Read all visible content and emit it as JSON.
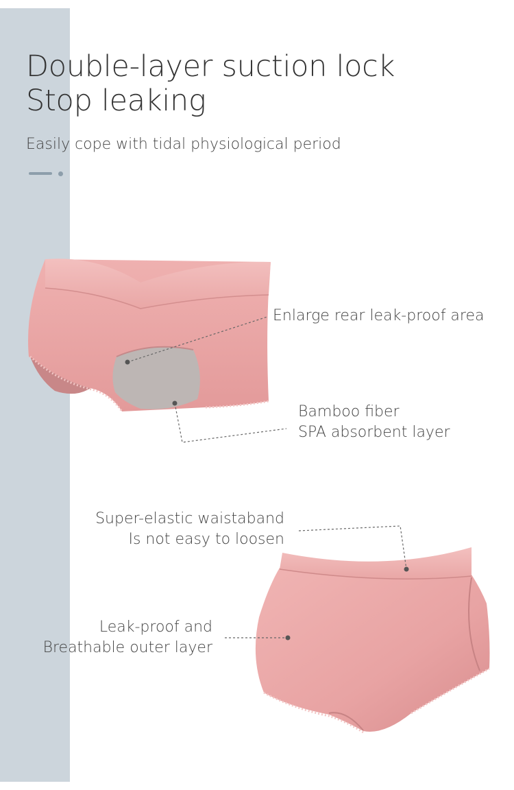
{
  "headline": {
    "line1": "Double-layer suction lock",
    "line2": "Stop leaking"
  },
  "subtitle": "Easily cope with tidal physiological period",
  "callouts": {
    "rear_area": "Enlarge rear leak-proof area",
    "absorbent": {
      "line1": "Bamboo fiber",
      "line2": "SPA absorbent layer"
    },
    "waistband": {
      "line1": "Super-elastic waistaband",
      "line2": "Is not easy to loosen"
    },
    "outer_layer": {
      "line1": "Leak-proof and",
      "line2": "Breathable outer layer"
    }
  },
  "colors": {
    "side_band": "#ccd5dc",
    "fabric_pink": "#e9a0a0",
    "lining_gray": "#bdb6b4",
    "accent": "#8d9eab"
  }
}
